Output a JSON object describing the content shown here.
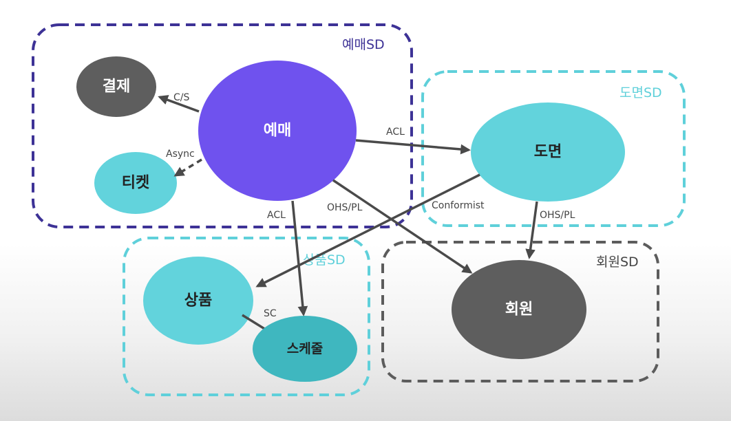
{
  "diagram": {
    "boxes": {
      "yemae_sd": "예매SD",
      "domyeon_sd": "도면SD",
      "sangpum_sd": "상품SD",
      "hoewon_sd": "회원SD"
    },
    "nodes": {
      "gyeolje": "결제",
      "yemae": "예매",
      "ticket": "티켓",
      "domyeon": "도면",
      "sangpum": "상품",
      "schedule": "스케줄",
      "hoewon": "회원"
    },
    "edges": {
      "cs": "C/S",
      "async": "Async",
      "acl_domyeon": "ACL",
      "acl_schedule": "ACL",
      "ohspl_hoewon": "OHS/PL",
      "conformist": "Conformist",
      "ohspl_domyeon": "OHS/PL",
      "sc": "SC"
    },
    "colors": {
      "purple_box": "#3d3296",
      "teal_box": "#5fd0da",
      "gray_box": "#5c5c5c",
      "yemae_node": "#6f52ee",
      "teal_node": "#62d3dc",
      "gray_node": "#5e5e5e"
    }
  }
}
